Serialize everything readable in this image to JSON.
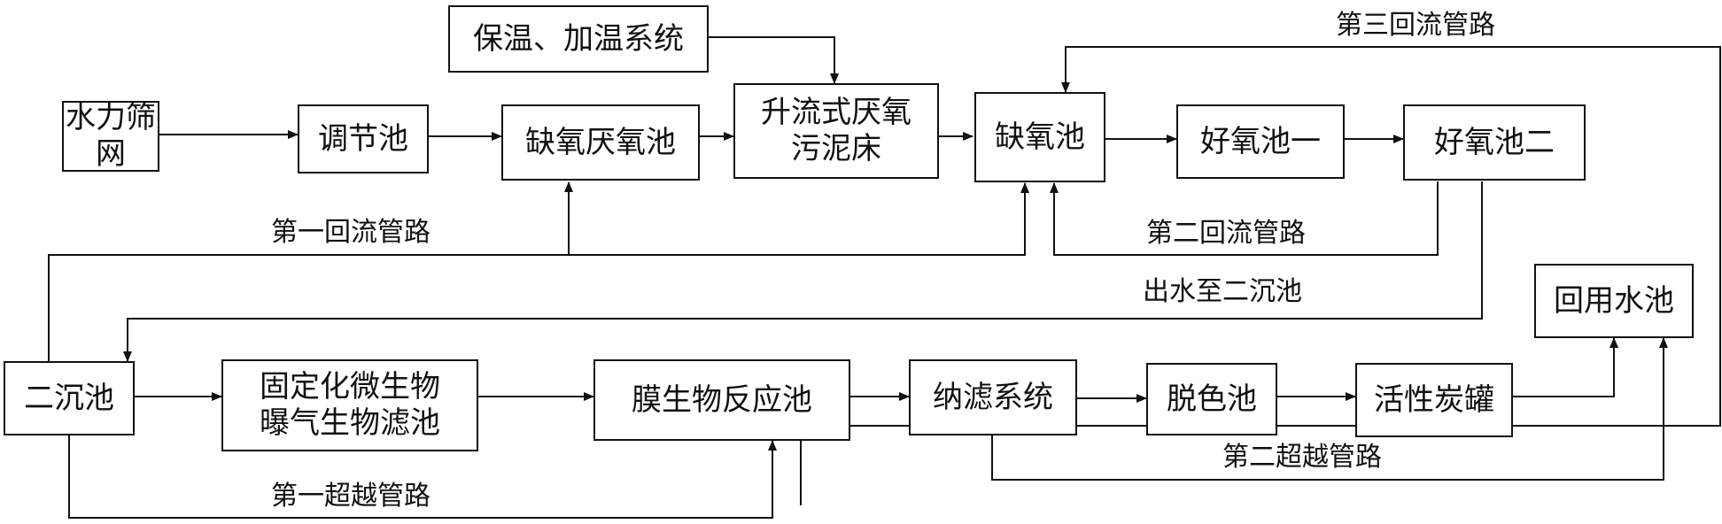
{
  "boxes": {
    "hydraulic_screen": "水力筛网",
    "regulating_tank": "调节池",
    "anoxic_anaerobic_tank": "缺氧厌氧池",
    "insulation_heating_system": "保温、加温系统",
    "uasb_line1": "升流式厌氧",
    "uasb_line2": "污泥床",
    "anoxic_tank": "缺氧池",
    "aerobic_tank_1": "好氧池一",
    "aerobic_tank_2": "好氧池二",
    "secondary_clarifier": "二沉池",
    "baf_line1": "固定化微生物",
    "baf_line2": "曝气生物滤池",
    "mbr": "膜生物反应池",
    "nanofiltration": "纳滤系统",
    "decolor_tank": "脱色池",
    "activated_carbon": "活性炭罐",
    "reuse_tank": "回用水池"
  },
  "labels": {
    "return1": "第一回流管路",
    "return2": "第二回流管路",
    "return3": "第三回流管路",
    "to_clarifier": "出水至二沉池",
    "bypass1": "第一超越管路",
    "bypass2": "第二超越管路"
  },
  "colors": {
    "line": "#111111",
    "border": "#111111",
    "background": "#ffffff"
  }
}
